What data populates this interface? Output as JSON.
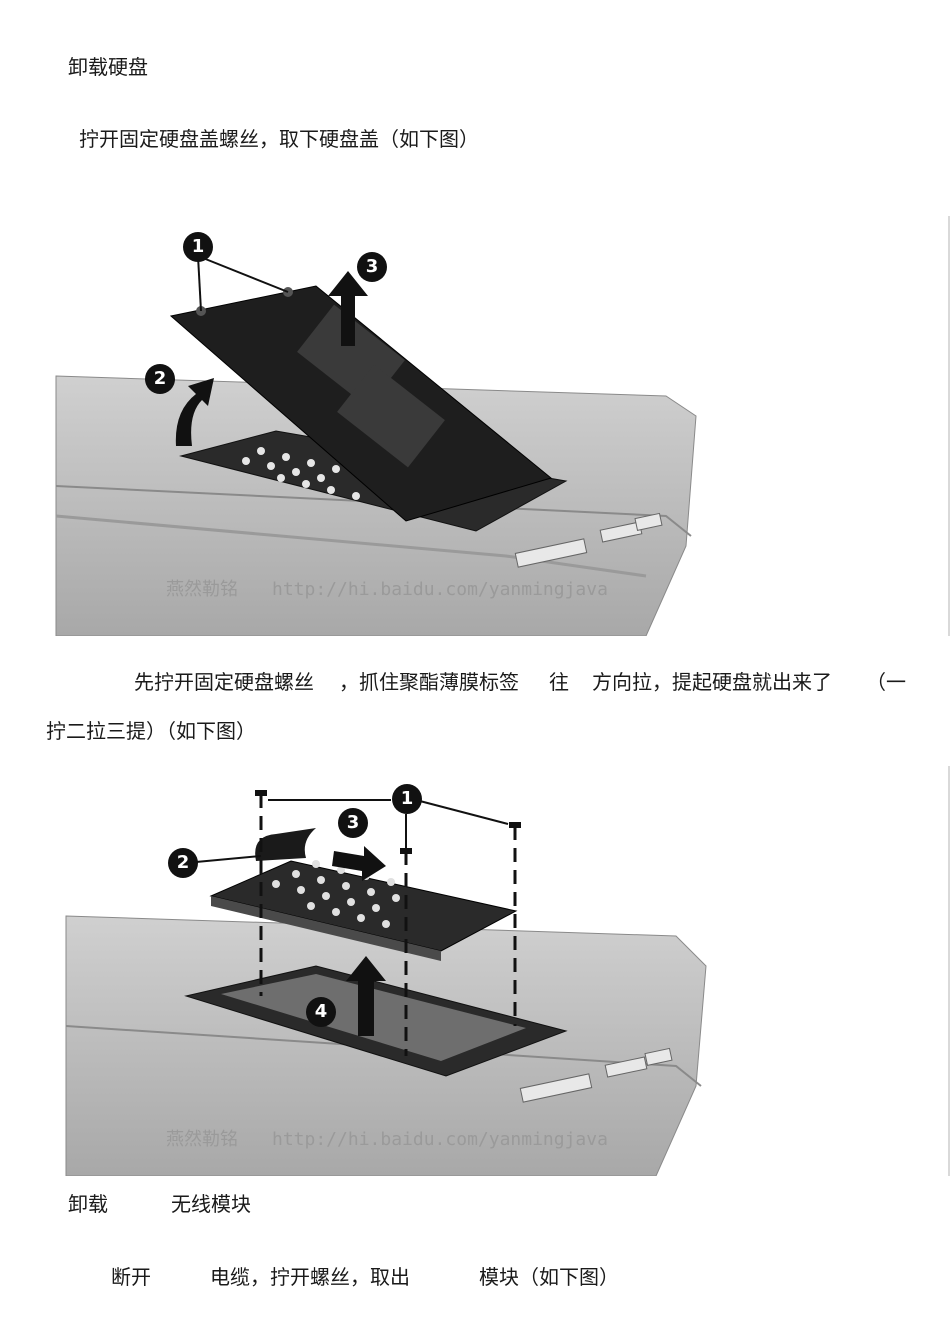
{
  "heading_remove_hdd": "卸载硬盘",
  "step_open_cover": "拧开固定硬盘盖螺丝，取下硬盘盖（如下图）",
  "figure1": {
    "callouts": [
      "1",
      "2",
      "3"
    ],
    "watermark_cn": "燕然勒铭",
    "watermark_url": "http://hi.baidu.com/yanmingjava"
  },
  "step_pull_hdd": {
    "line1_a": "先拧开固定硬盘螺丝",
    "line1_b": "，抓住聚酯薄膜标签",
    "line1_c": "往",
    "line1_d": "方向拉，提起硬盘就出来了",
    "line1_e": "（一",
    "line2": "拧二拉三提）（如下图）"
  },
  "figure2": {
    "callouts": [
      "1",
      "2",
      "3",
      "4"
    ],
    "watermark_cn": "燕然勒铭",
    "watermark_url": "http://hi.baidu.com/yanmingjava"
  },
  "heading_wireless": {
    "a": "卸载",
    "b": "无线模块"
  },
  "step_wireless": {
    "a": "断开",
    "b": "电缆，拧开螺丝，取出",
    "c": "模块（如下图）"
  },
  "colors": {
    "text": "#1a1a1a",
    "photo_bg": "#bdbdbd",
    "cover": "#1e1e1e",
    "callout": "#111111"
  }
}
